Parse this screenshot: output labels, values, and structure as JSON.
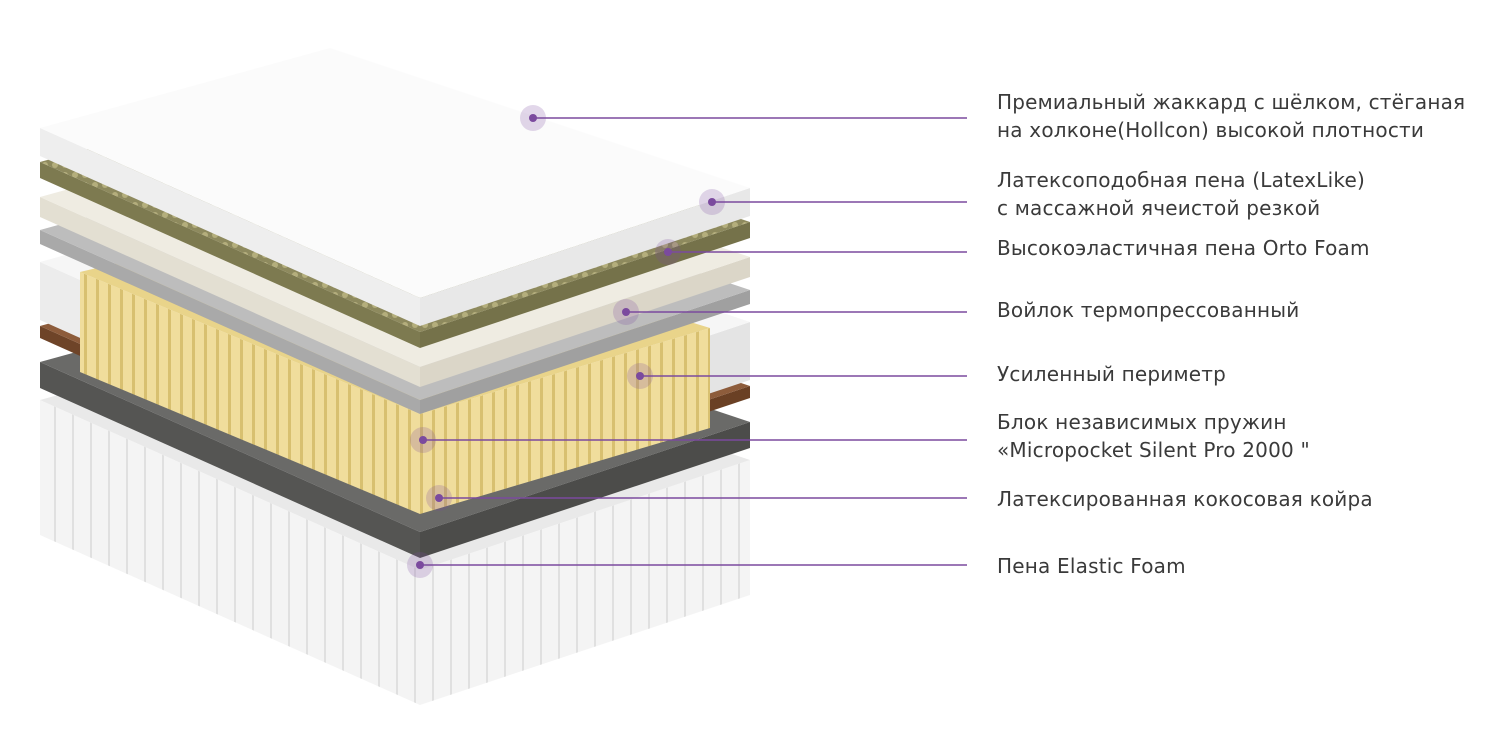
{
  "colors": {
    "accent": "#7b4a9e",
    "text": "#3a3a3a"
  },
  "layers": [
    {
      "label_lines": [
        "Премиальный жаккард с шёлком, стёганая",
        "на холконе(Hollcon) высокой плотности"
      ]
    },
    {
      "label_lines": [
        "Латексоподобная пена (LatexLike)",
        "с массажной ячеистой резкой"
      ]
    },
    {
      "label_lines": [
        "Высокоэластичная пена Orto Foam"
      ]
    },
    {
      "label_lines": [
        "Войлок термопрессованный"
      ]
    },
    {
      "label_lines": [
        "Усиленный периметр"
      ]
    },
    {
      "label_lines": [
        "Блок независимых пружин",
        "«Micropocket Silent Pro 2000 \""
      ]
    },
    {
      "label_lines": [
        "Латексированная кокосовая койра"
      ]
    },
    {
      "label_lines": [
        "Пена Elastic Foam"
      ]
    }
  ]
}
